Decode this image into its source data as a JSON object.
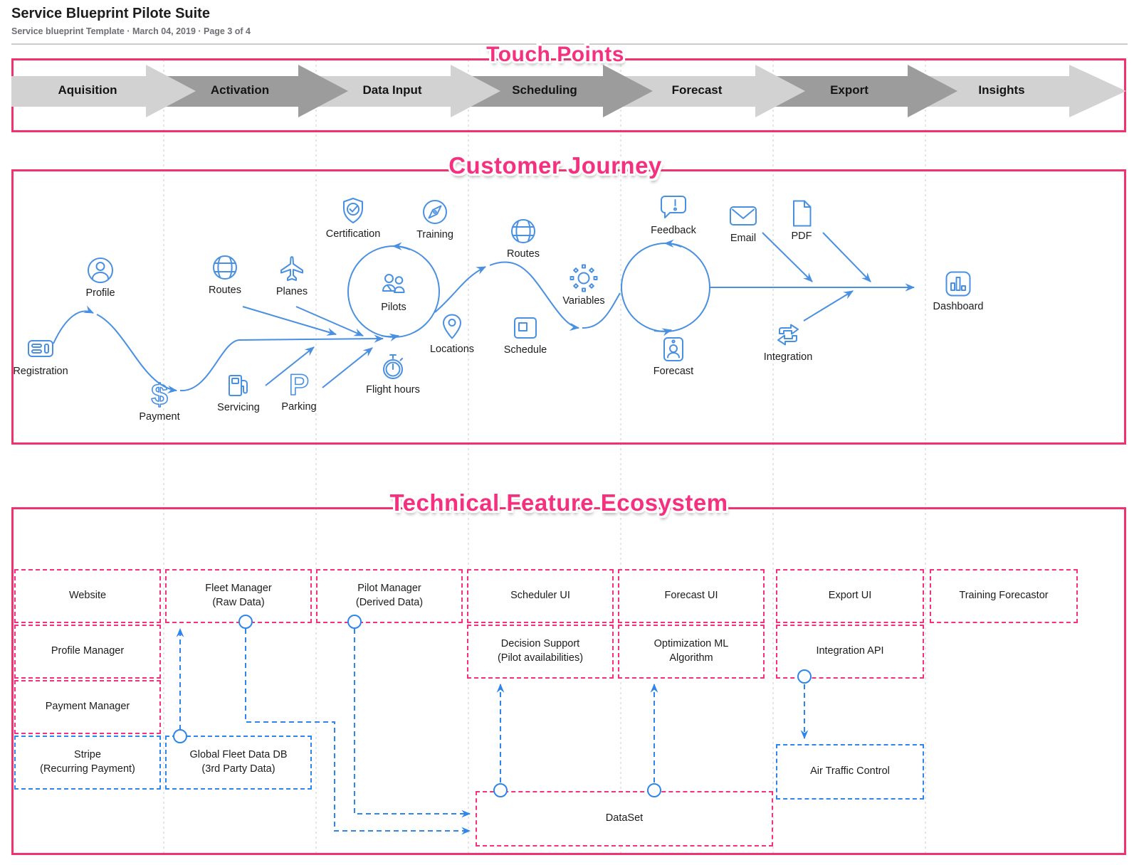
{
  "header": {
    "title": "Service Blueprint Pilote Suite",
    "subtitle": "Service blueprint Template  ·  March 04, 2019  ·  Page 3 of 4"
  },
  "touch_points": {
    "title": "Touch Points",
    "stages": [
      {
        "label": "Aquisition",
        "tone": "light"
      },
      {
        "label": "Activation",
        "tone": "dark"
      },
      {
        "label": "Data Input",
        "tone": "light"
      },
      {
        "label": "Scheduling",
        "tone": "dark"
      },
      {
        "label": "Forecast",
        "tone": "light"
      },
      {
        "label": "Export",
        "tone": "dark"
      },
      {
        "label": "Insights",
        "tone": "light"
      }
    ]
  },
  "customer_journey": {
    "title": "Customer Journey",
    "nodes": [
      {
        "id": "registration",
        "label": "Registration"
      },
      {
        "id": "profile",
        "label": "Profile"
      },
      {
        "id": "payment",
        "label": "Payment"
      },
      {
        "id": "routes",
        "label": "Routes"
      },
      {
        "id": "servicing",
        "label": "Servicing"
      },
      {
        "id": "planes",
        "label": "Planes"
      },
      {
        "id": "parking",
        "label": "Parking"
      },
      {
        "id": "certification",
        "label": "Certification"
      },
      {
        "id": "flight-hours",
        "label": "Flight hours"
      },
      {
        "id": "pilots",
        "label": "Pilots"
      },
      {
        "id": "training",
        "label": "Training"
      },
      {
        "id": "locations",
        "label": "Locations"
      },
      {
        "id": "routes-2",
        "label": "Routes"
      },
      {
        "id": "schedule",
        "label": "Schedule"
      },
      {
        "id": "variables",
        "label": "Variables"
      },
      {
        "id": "feedback",
        "label": "Feedback"
      },
      {
        "id": "forecast",
        "label": "Forecast"
      },
      {
        "id": "email",
        "label": "Email"
      },
      {
        "id": "pdf",
        "label": "PDF"
      },
      {
        "id": "integration",
        "label": "Integration"
      },
      {
        "id": "dashboard",
        "label": "Dashboard"
      }
    ]
  },
  "technical": {
    "title": "Technical Feature Ecosystem",
    "boxes": [
      {
        "id": "website",
        "label": "Website",
        "sub": "",
        "style": "pink"
      },
      {
        "id": "profile-manager",
        "label": "Profile Manager",
        "sub": "",
        "style": "pink"
      },
      {
        "id": "payment-manager",
        "label": "Payment Manager",
        "sub": "",
        "style": "pink"
      },
      {
        "id": "stripe",
        "label": "Stripe",
        "sub": "(Recurring Payment)",
        "style": "blue"
      },
      {
        "id": "fleet-manager",
        "label": "Fleet Manager",
        "sub": "(Raw Data)",
        "style": "pink"
      },
      {
        "id": "global-fleet-db",
        "label": "Global Fleet Data DB",
        "sub": "(3rd Party Data)",
        "style": "blue"
      },
      {
        "id": "pilot-manager",
        "label": "Pilot Manager",
        "sub": "(Derived Data)",
        "style": "pink"
      },
      {
        "id": "scheduler-ui",
        "label": "Scheduler UI",
        "sub": "",
        "style": "pink"
      },
      {
        "id": "decision-support",
        "label": "Decision Support",
        "sub": "(Pilot availabilities)",
        "style": "pink"
      },
      {
        "id": "forecast-ui",
        "label": "Forecast UI",
        "sub": "",
        "style": "pink"
      },
      {
        "id": "optimization-ml",
        "label": "Optimization ML",
        "sub": "Algorithm",
        "style": "pink"
      },
      {
        "id": "export-ui",
        "label": "Export UI",
        "sub": "",
        "style": "pink"
      },
      {
        "id": "integration-api",
        "label": "Integration API",
        "sub": "",
        "style": "pink"
      },
      {
        "id": "air-traffic-control",
        "label": "Air Traffic Control",
        "sub": "",
        "style": "blue"
      },
      {
        "id": "training-forecastor",
        "label": "Training Forecastor",
        "sub": "",
        "style": "pink"
      },
      {
        "id": "dataset",
        "label": "DataSet",
        "sub": "",
        "style": "pink"
      }
    ]
  },
  "icons": {
    "payment_glyph": "$",
    "parking_glyph": "P"
  },
  "colors": {
    "pink": "#F5317F",
    "frame_pink": "#F0326E",
    "journey_blue": "#4A90E2",
    "connector_blue": "#2E86ED",
    "arrow_light": "#D2D2D2",
    "arrow_dark": "#9C9C9C"
  }
}
